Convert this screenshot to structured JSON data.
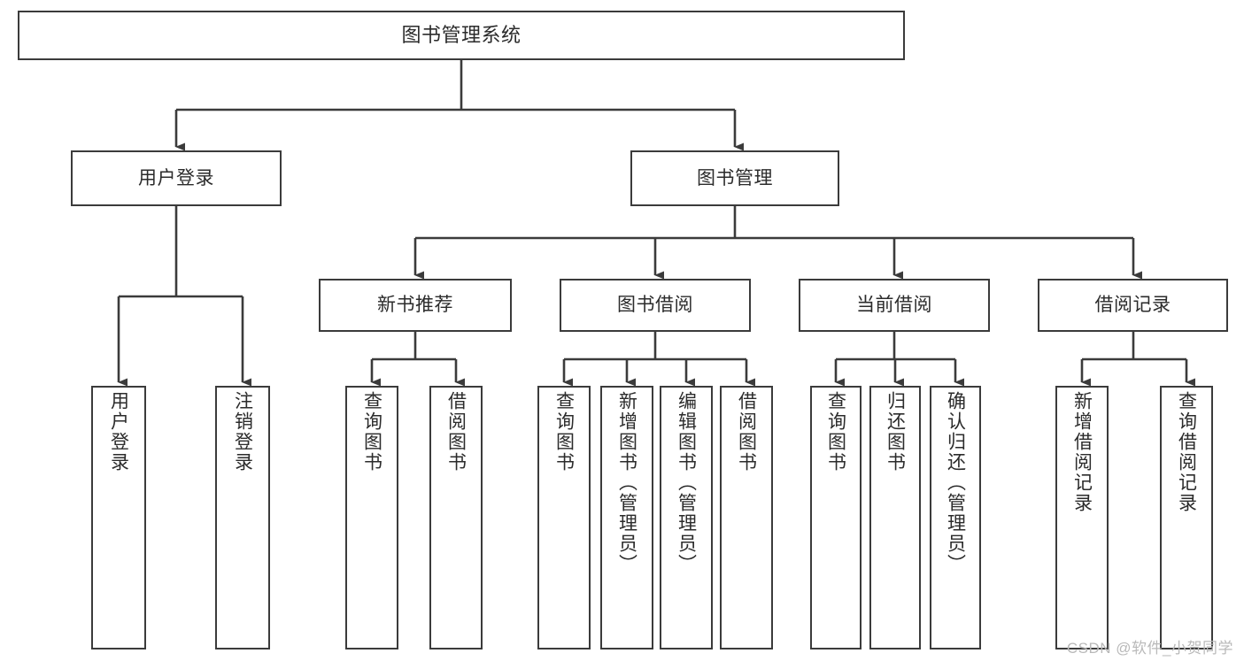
{
  "diagram": {
    "type": "tree-hierarchy",
    "title": "图书管理系统",
    "watermark": "CSDN @软件_小贺同学",
    "colors": {
      "box_border": "#3b3b3b",
      "box_fill": "#ffffff",
      "connector": "#3b3b3b",
      "text": "#2b2b2b",
      "watermark": "#b9b9b9",
      "background": "#ffffff"
    },
    "nodes": {
      "root": {
        "label": "图书管理系统"
      },
      "level2": [
        {
          "id": "user-login",
          "label": "用户登录"
        },
        {
          "id": "book-management",
          "label": "图书管理"
        }
      ],
      "level3": [
        {
          "id": "new-book-recommend",
          "label": "新书推荐"
        },
        {
          "id": "book-borrow",
          "label": "图书借阅"
        },
        {
          "id": "current-borrow",
          "label": "当前借阅"
        },
        {
          "id": "borrow-record",
          "label": "借阅记录"
        }
      ],
      "leaves": {
        "user_login": [
          {
            "id": "leaf-user-login",
            "label": "用户登录"
          },
          {
            "id": "leaf-logout-login",
            "label": "注销登录"
          }
        ],
        "new_book_recommend": [
          {
            "id": "leaf-query-book-1",
            "label": "查询图书"
          },
          {
            "id": "leaf-borrow-book-1",
            "label": "借阅图书"
          }
        ],
        "book_borrow": [
          {
            "id": "leaf-query-book-2",
            "label": "查询图书"
          },
          {
            "id": "leaf-add-book",
            "label": "新增图书（管理员）"
          },
          {
            "id": "leaf-edit-book",
            "label": "编辑图书（管理员）"
          },
          {
            "id": "leaf-borrow-book-2",
            "label": "借阅图书"
          }
        ],
        "current_borrow": [
          {
            "id": "leaf-query-book-3",
            "label": "查询图书"
          },
          {
            "id": "leaf-return-book",
            "label": "归还图书"
          },
          {
            "id": "leaf-confirm-return",
            "label": "确认归还（管理员）"
          }
        ],
        "borrow_record": [
          {
            "id": "leaf-add-borrow-record",
            "label": "新增借阅记录"
          },
          {
            "id": "leaf-query-borrow-record",
            "label": "查询借阅记录"
          }
        ]
      }
    }
  }
}
